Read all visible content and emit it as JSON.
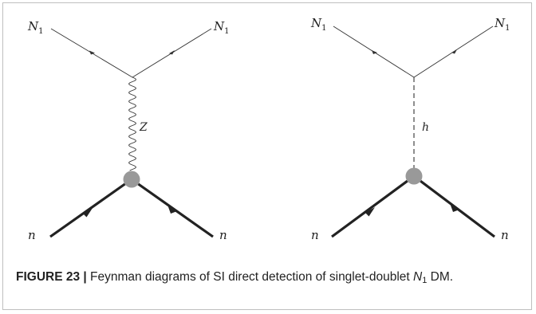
{
  "diagrams": [
    {
      "name": "z-exchange",
      "top_left_label": "N",
      "top_left_sub": "1",
      "top_right_label": "N",
      "top_right_sub": "1",
      "mediator_label": "Z",
      "bottom_left_label": "n",
      "bottom_right_label": "n"
    },
    {
      "name": "higgs-exchange",
      "top_left_label": "N",
      "top_left_sub": "1",
      "top_right_label": "N",
      "top_right_sub": "1",
      "mediator_label": "h",
      "bottom_left_label": "n",
      "bottom_right_label": "n"
    }
  ],
  "caption": {
    "label": "FIGURE 23 |",
    "text_before": " Feynman diagrams of SI direct detection of singlet-doublet ",
    "symbol": "N",
    "symbol_sub": "1",
    "text_after": " DM."
  },
  "colors": {
    "line": "#333333",
    "blob": "#999999",
    "frame": "#bfbfbf"
  }
}
